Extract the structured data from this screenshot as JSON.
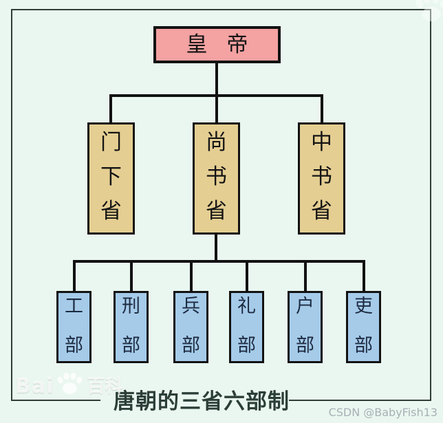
{
  "caption": "唐朝的三省六部制",
  "credit": "CSDN @BabyFish13",
  "watermark": {
    "brand": "Bai",
    "suffix": "百科",
    "icon": "baidu-paw-icon"
  },
  "colors": {
    "background": "#eaf7f0",
    "frame_border": "#2e3d37",
    "connector": "#121212",
    "emperor_fill": "#f4a2a2",
    "department_fill": "#e4ce92",
    "ministry_fill": "#a5cbe9",
    "node_border": "#121212",
    "ministry_text": "#1d2a40",
    "caption_text": "#2c3e38",
    "credit_text": "#a9b0b5"
  },
  "diagram": {
    "type": "org-chart",
    "title": "唐朝的三省六部制",
    "root": {
      "label": "皇帝"
    },
    "departments": [
      {
        "label": "门下省"
      },
      {
        "label": "尚书省"
      },
      {
        "label": "中书省"
      }
    ],
    "ministries": [
      {
        "label": "工部"
      },
      {
        "label": "刑部"
      },
      {
        "label": "兵部"
      },
      {
        "label": "礼部"
      },
      {
        "label": "户部"
      },
      {
        "label": "吏部"
      }
    ],
    "edges": [
      [
        "皇帝",
        "门下省"
      ],
      [
        "皇帝",
        "尚书省"
      ],
      [
        "皇帝",
        "中书省"
      ],
      [
        "尚书省",
        "工部"
      ],
      [
        "尚书省",
        "刑部"
      ],
      [
        "尚书省",
        "兵部"
      ],
      [
        "尚书省",
        "礼部"
      ],
      [
        "尚书省",
        "户部"
      ],
      [
        "尚书省",
        "吏部"
      ]
    ]
  }
}
